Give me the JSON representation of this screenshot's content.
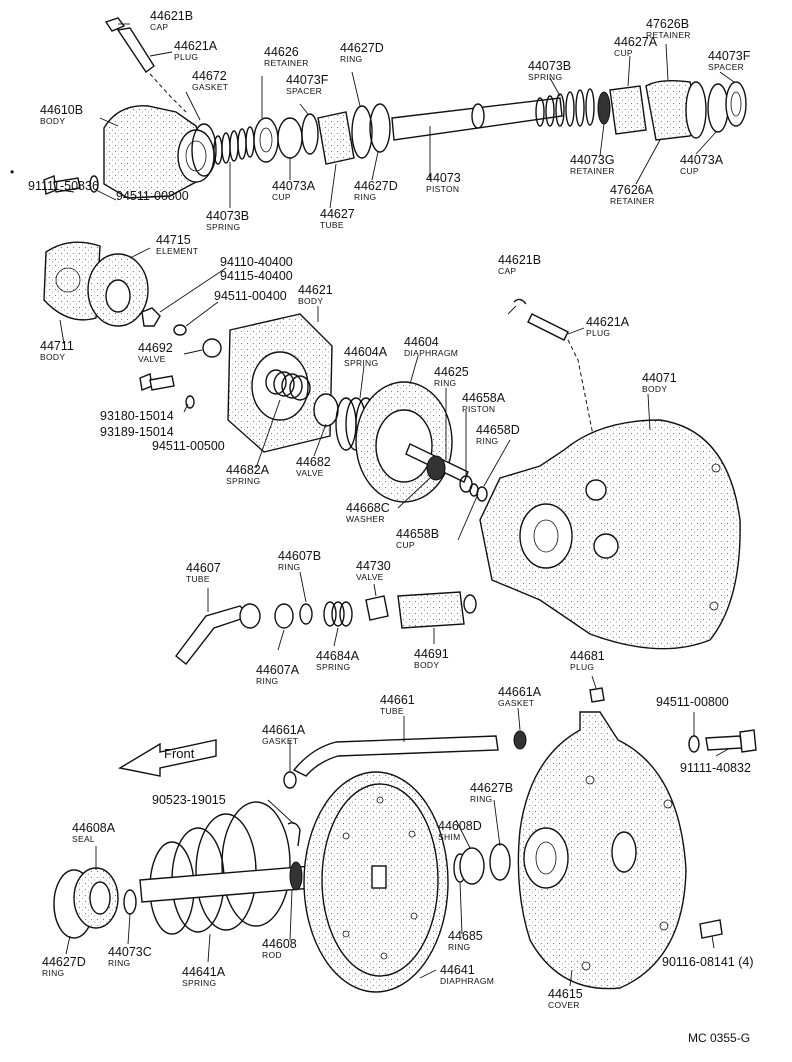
{
  "diagram": {
    "ref_code": "MC 0355-G",
    "front_label": "Front",
    "labels": [
      {
        "id": "44621B-top",
        "number": "44621B",
        "name": "CAP"
      },
      {
        "id": "44621A-top",
        "number": "44621A",
        "name": "PLUG"
      },
      {
        "id": "44610B",
        "number": "44610B",
        "name": "BODY"
      },
      {
        "id": "44672",
        "number": "44672",
        "name": "GASKET"
      },
      {
        "id": "44626",
        "number": "44626",
        "name": "RETAINER"
      },
      {
        "id": "44073F-mid",
        "number": "44073F",
        "name": "SPACER"
      },
      {
        "id": "44627D-top",
        "number": "44627D",
        "name": "RING"
      },
      {
        "id": "44073B-top",
        "number": "44073B",
        "name": "SPRING"
      },
      {
        "id": "44627A",
        "number": "44627A",
        "name": "CUP"
      },
      {
        "id": "47626B",
        "number": "47626B",
        "name": "RETAINER"
      },
      {
        "id": "44073F-right",
        "number": "44073F",
        "name": "SPACER"
      },
      {
        "id": "91111-50836",
        "number": "91111-50836",
        "name": ""
      },
      {
        "id": "94511-00800-top",
        "number": "94511-00800",
        "name": ""
      },
      {
        "id": "44073B-left",
        "number": "44073B",
        "name": "SPRING"
      },
      {
        "id": "44073A-mid",
        "number": "44073A",
        "name": "CUP"
      },
      {
        "id": "44627",
        "number": "44627",
        "name": "TUBE"
      },
      {
        "id": "44627D-mid",
        "number": "44627D",
        "name": "RING"
      },
      {
        "id": "44073",
        "number": "44073",
        "name": "PISTON"
      },
      {
        "id": "44073G",
        "number": "44073G",
        "name": "RETAINER"
      },
      {
        "id": "47626A",
        "number": "47626A",
        "name": "RETAINER"
      },
      {
        "id": "44073A-right",
        "number": "44073A",
        "name": "CUP"
      },
      {
        "id": "44715",
        "number": "44715",
        "name": "ELEMENT"
      },
      {
        "id": "94110-40400",
        "number": "94110-40400",
        "name": ""
      },
      {
        "id": "94115-40400",
        "number": "94115-40400",
        "name": ""
      },
      {
        "id": "94511-00400",
        "number": "94511-00400",
        "name": ""
      },
      {
        "id": "44711",
        "number": "44711",
        "name": "BODY"
      },
      {
        "id": "44621",
        "number": "44621",
        "name": "BODY"
      },
      {
        "id": "44692",
        "number": "44692",
        "name": "VALVE"
      },
      {
        "id": "93180-15014",
        "number": "93180-15014",
        "name": ""
      },
      {
        "id": "93189-15014",
        "number": "93189-15014",
        "name": ""
      },
      {
        "id": "94511-00500",
        "number": "94511-00500",
        "name": ""
      },
      {
        "id": "44682A",
        "number": "44682A",
        "name": "SPRING"
      },
      {
        "id": "44682",
        "number": "44682",
        "name": "VALVE"
      },
      {
        "id": "44604A",
        "number": "44604A",
        "name": "SPRING"
      },
      {
        "id": "44604",
        "number": "44604",
        "name": "DIAPHRAGM"
      },
      {
        "id": "44625",
        "number": "44625",
        "name": "RING"
      },
      {
        "id": "44658A",
        "number": "44658A",
        "name": "PISTON"
      },
      {
        "id": "44658D",
        "number": "44658D",
        "name": "RING"
      },
      {
        "id": "44668C",
        "number": "44668C",
        "name": "WASHER"
      },
      {
        "id": "44658B",
        "number": "44658B",
        "name": "CUP"
      },
      {
        "id": "44621B-mid",
        "number": "44621B",
        "name": "CAP"
      },
      {
        "id": "44621A-mid",
        "number": "44621A",
        "name": "PLUG"
      },
      {
        "id": "44071",
        "number": "44071",
        "name": "BODY"
      },
      {
        "id": "44607",
        "number": "44607",
        "name": "TUBE"
      },
      {
        "id": "44607B",
        "number": "44607B",
        "name": "RING"
      },
      {
        "id": "44730",
        "number": "44730",
        "name": "VALVE"
      },
      {
        "id": "44607A",
        "number": "44607A",
        "name": "RING"
      },
      {
        "id": "44684A",
        "number": "44684A",
        "name": "SPRING"
      },
      {
        "id": "44691",
        "number": "44691",
        "name": "BODY"
      },
      {
        "id": "44681",
        "number": "44681",
        "name": "PLUG"
      },
      {
        "id": "44661",
        "number": "44661",
        "name": "TUBE"
      },
      {
        "id": "44661A-right",
        "number": "44661A",
        "name": "GASKET"
      },
      {
        "id": "44661A-left",
        "number": "44661A",
        "name": "GASKET"
      },
      {
        "id": "94511-00800-bot",
        "number": "94511-00800",
        "name": ""
      },
      {
        "id": "91111-40832",
        "number": "91111-40832",
        "name": ""
      },
      {
        "id": "90523-19015",
        "number": "90523-19015",
        "name": ""
      },
      {
        "id": "44627B",
        "number": "44627B",
        "name": "RING"
      },
      {
        "id": "44608D",
        "number": "44608D",
        "name": "SHIM"
      },
      {
        "id": "44608A",
        "number": "44608A",
        "name": "SEAL"
      },
      {
        "id": "44608",
        "number": "44608",
        "name": "ROD"
      },
      {
        "id": "44685",
        "number": "44685",
        "name": "RING"
      },
      {
        "id": "44627D-bot",
        "number": "44627D",
        "name": "RING"
      },
      {
        "id": "44073C",
        "number": "44073C",
        "name": "RING"
      },
      {
        "id": "44641A",
        "number": "44641A",
        "name": "SPRING"
      },
      {
        "id": "44641",
        "number": "44641",
        "name": "DIAPHRAGM"
      },
      {
        "id": "44615",
        "number": "44615",
        "name": "COVER"
      },
      {
        "id": "90116-08141",
        "number": "90116-08141 (4)",
        "name": ""
      }
    ]
  }
}
